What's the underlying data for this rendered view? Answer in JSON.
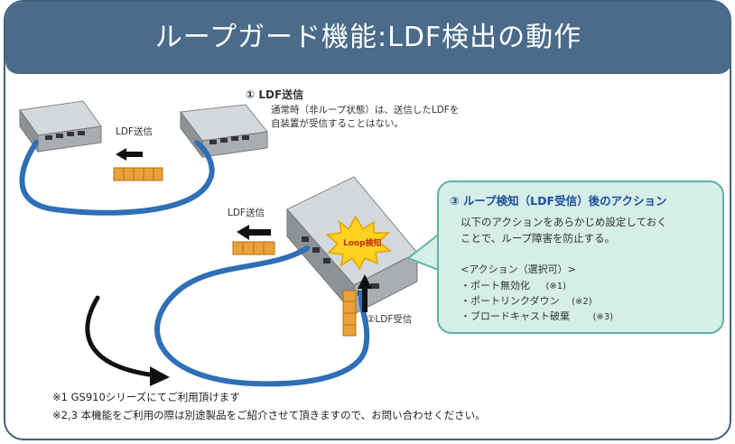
{
  "title": "ループガード機能:LDF検出の動作",
  "step1": {
    "heading": "① LDF送信",
    "desc_line1": "通常時（非ループ状態）は、送信したLDFを",
    "desc_line2": "自装置が受信することはない。",
    "send_label": "LDF送信"
  },
  "step2": {
    "send_label": "LDF送信",
    "burst_label": "Loop検知",
    "receive_label": "②LDF受信"
  },
  "step3": {
    "heading": "③ ループ検知（LDF受信）後のアクション",
    "desc_line1": "以下のアクションをあらかじめ設定しておく",
    "desc_line2": "ことで、ループ障害を防止する。",
    "actions_heading": "<アクション（選択可）>",
    "actions": [
      {
        "label": "・ポート無効化",
        "note": "(※1)"
      },
      {
        "label": "・ポートリンクダウン",
        "note": "(※2)"
      },
      {
        "label": "・ブロードキャスト破棄",
        "note": "(※3)"
      }
    ]
  },
  "footnotes": [
    "※1 GS910シリーズにてご利用頂けます",
    "※2,3 本機能をご利用の際は別途製品をご紹介させて頂きますので、お問い合わせください。"
  ],
  "colors": {
    "title_bar": "#4a6b8a",
    "cable": "#2f6fb5",
    "action_box": "#d5eee8",
    "action_border": "#5fb3a6",
    "packet": "#e9a23b"
  }
}
